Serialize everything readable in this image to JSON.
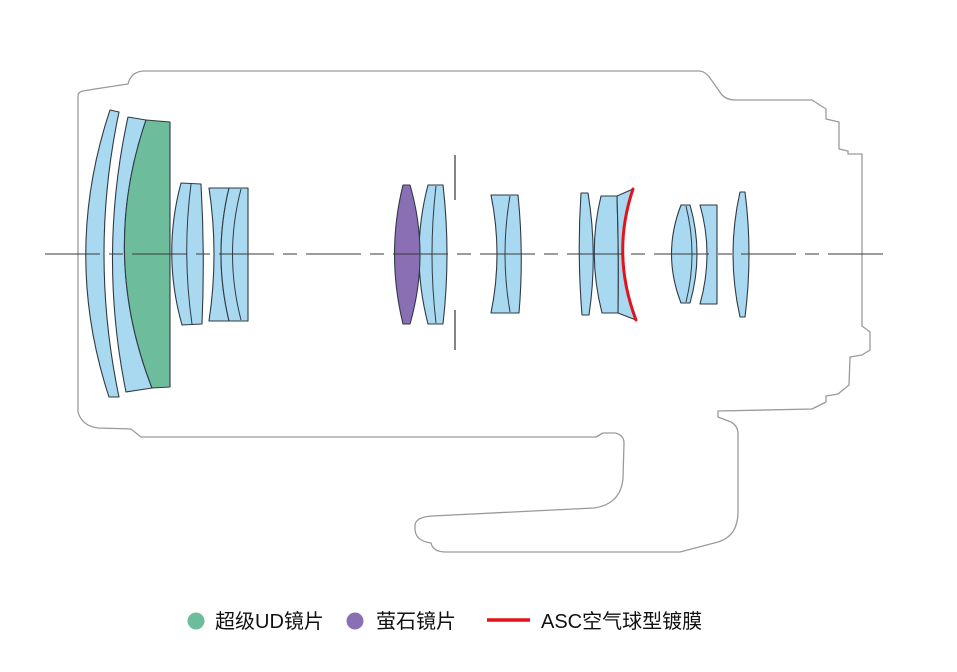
{
  "legend": [
    {
      "label": "超级UD镜片",
      "color": "#6dbd9c"
    },
    {
      "label": "萤石镜片",
      "color": "#8a6fb5"
    },
    {
      "label": "ASC空气球型镀膜",
      "color": "#e3131b"
    }
  ],
  "colors": {
    "glass": "#a9d8f1",
    "super_ud": "#6dbd9c",
    "fluorite": "#8a6fb5",
    "asc": "#e3131b"
  }
}
